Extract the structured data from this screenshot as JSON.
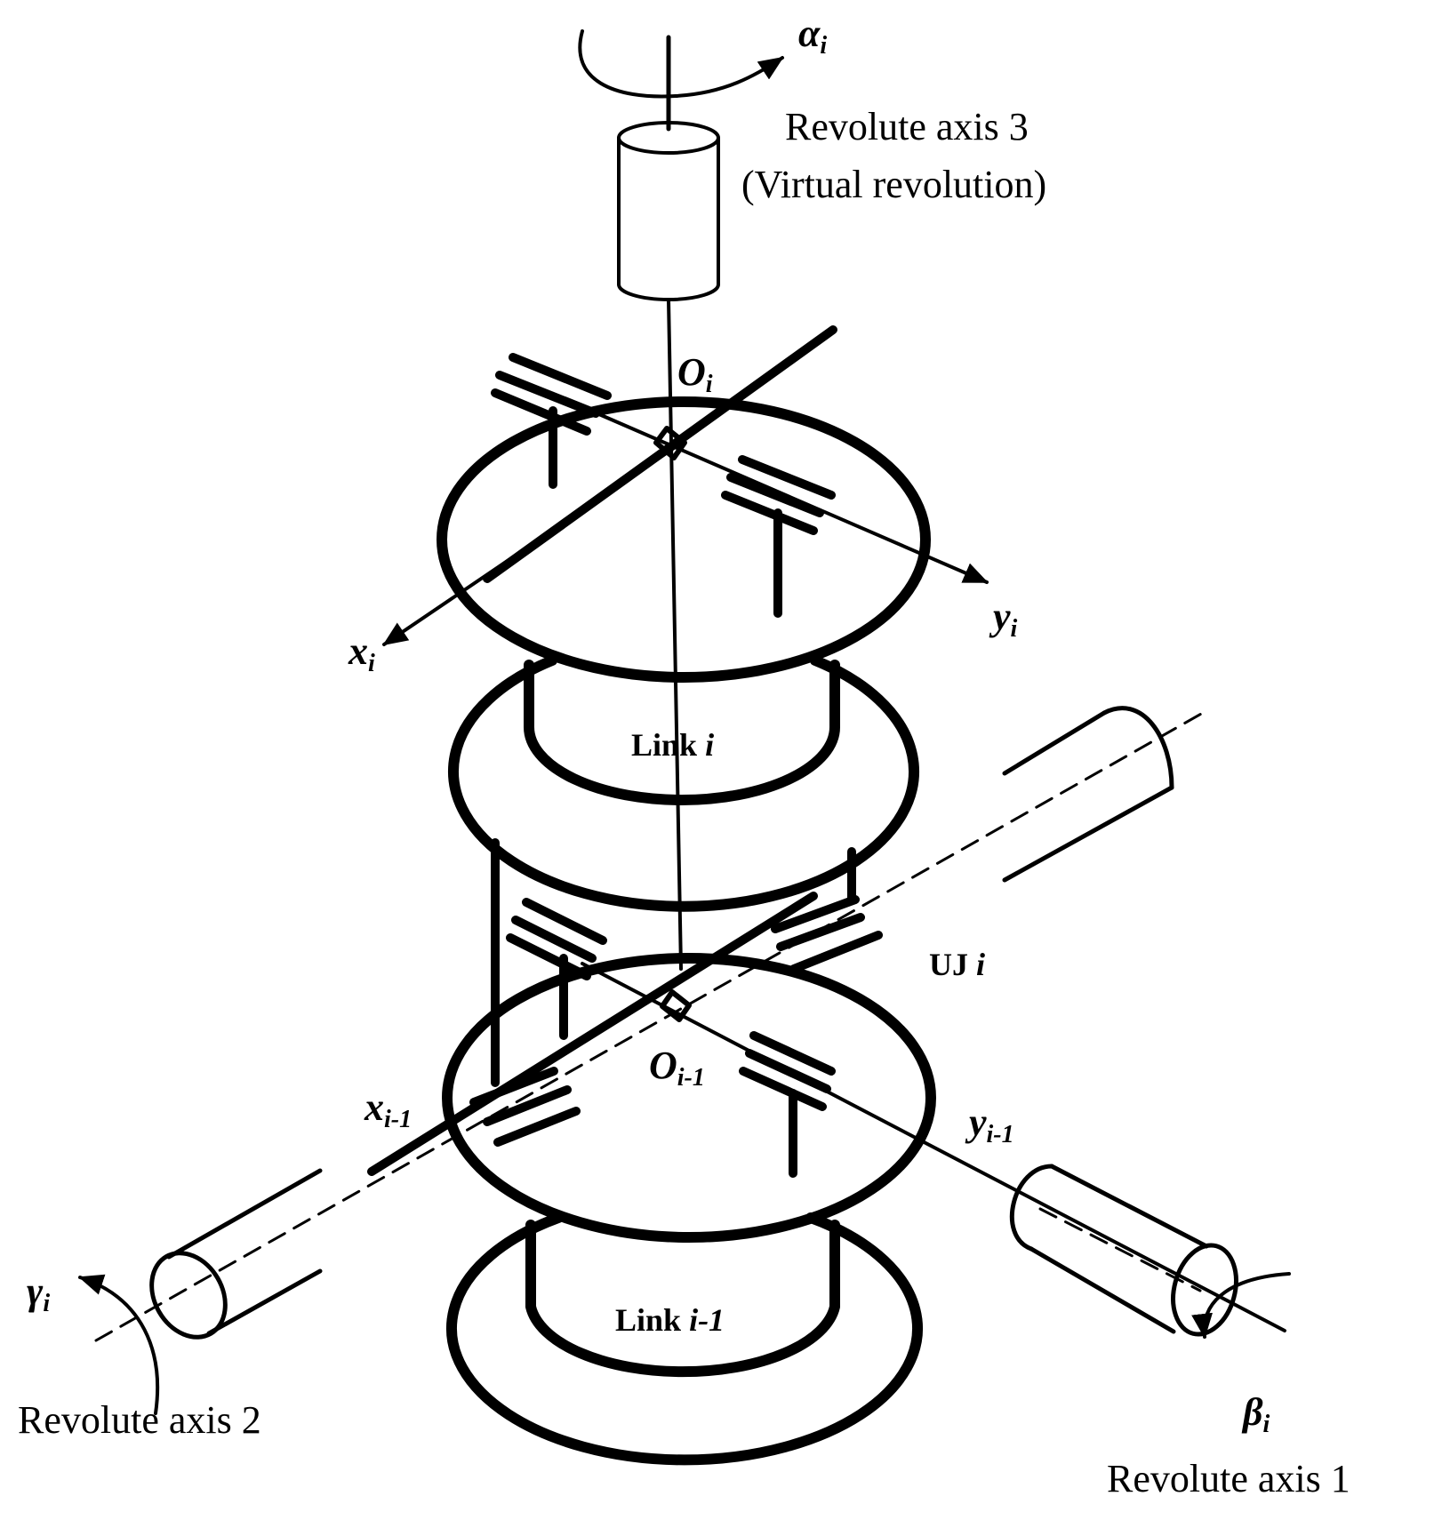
{
  "labels": {
    "alpha": {
      "sym": "α",
      "sub": "i"
    },
    "beta": {
      "sym": "β",
      "sub": "i"
    },
    "gamma": {
      "sym": "γ",
      "sub": "i"
    },
    "axis3_line1": "Revolute axis 3",
    "axis3_line2": "(Virtual revolution)",
    "axis1": "Revolute axis 1",
    "axis2": "Revolute axis 2",
    "Oi": {
      "sym": "O",
      "sub": "i"
    },
    "Oim1": {
      "sym": "O",
      "sub": "i-1"
    },
    "xi": {
      "sym": "x",
      "sub": "i"
    },
    "yi": {
      "sym": "y",
      "sub": "i"
    },
    "xim1": {
      "sym": "x",
      "sub": "i-1"
    },
    "yim1": {
      "sym": "y",
      "sub": "i-1"
    },
    "link_i": {
      "text": "Link ",
      "italic": "i"
    },
    "link_im1": {
      "text": "Link ",
      "italic": "i-1"
    },
    "uj": {
      "text": "UJ ",
      "italic": "i"
    }
  },
  "colors": {
    "stroke": "#000000",
    "background": "#ffffff"
  }
}
